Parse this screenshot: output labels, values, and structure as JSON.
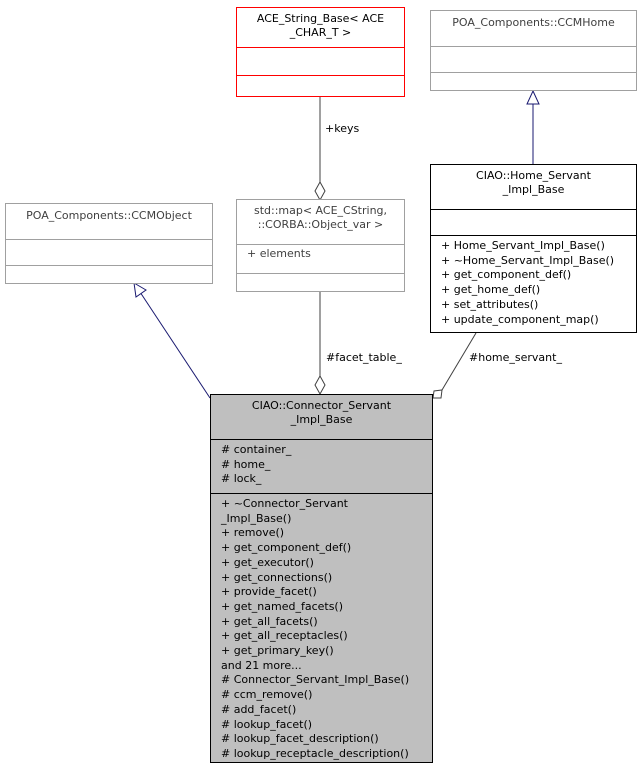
{
  "diagram": {
    "ace_string_base": {
      "title": "ACE_String_Base< ACE\n_CHAR_T >"
    },
    "ccm_home": {
      "title": "POA_Components::CCMHome"
    },
    "ccm_object": {
      "title": "POA_Components::CCMObject"
    },
    "std_map": {
      "title": "std::map< ACE_CString,\n::CORBA::Object_var >",
      "attributes": [
        "+ elements"
      ]
    },
    "home_servant": {
      "title": "CIAO::Home_Servant\n_Impl_Base",
      "methods": [
        "+ Home_Servant_Impl_Base()",
        "+ ~Home_Servant_Impl_Base()",
        "+ get_component_def()",
        "+ get_home_def()",
        "+ set_attributes()",
        "+ update_component_map()"
      ]
    },
    "connector_servant": {
      "title": "CIAO::Connector_Servant\n_Impl_Base",
      "attributes": [
        "# container_",
        "# home_",
        "# lock_"
      ],
      "methods": [
        "+ ~Connector_Servant\n_Impl_Base()",
        "+ remove()",
        "+ get_component_def()",
        "+ get_executor()",
        "+ get_connections()",
        "+ provide_facet()",
        "+ get_named_facets()",
        "+ get_all_facets()",
        "+ get_all_receptacles()",
        "+ get_primary_key()",
        "and 21 more...",
        "# Connector_Servant_Impl_Base()",
        "# ccm_remove()",
        "# add_facet()",
        "# lookup_facet()",
        "# lookup_facet_description()",
        "# lookup_receptacle_description()"
      ]
    },
    "edge_labels": {
      "keys": "+keys",
      "facet_table": "#facet_table_",
      "home_servant": "#home_servant_"
    },
    "colors": {
      "inheritance_edge": "#191970",
      "composition_edge": "#404040",
      "highlight_border": "#ff0000",
      "focus_fill": "#bfbfbf"
    }
  }
}
